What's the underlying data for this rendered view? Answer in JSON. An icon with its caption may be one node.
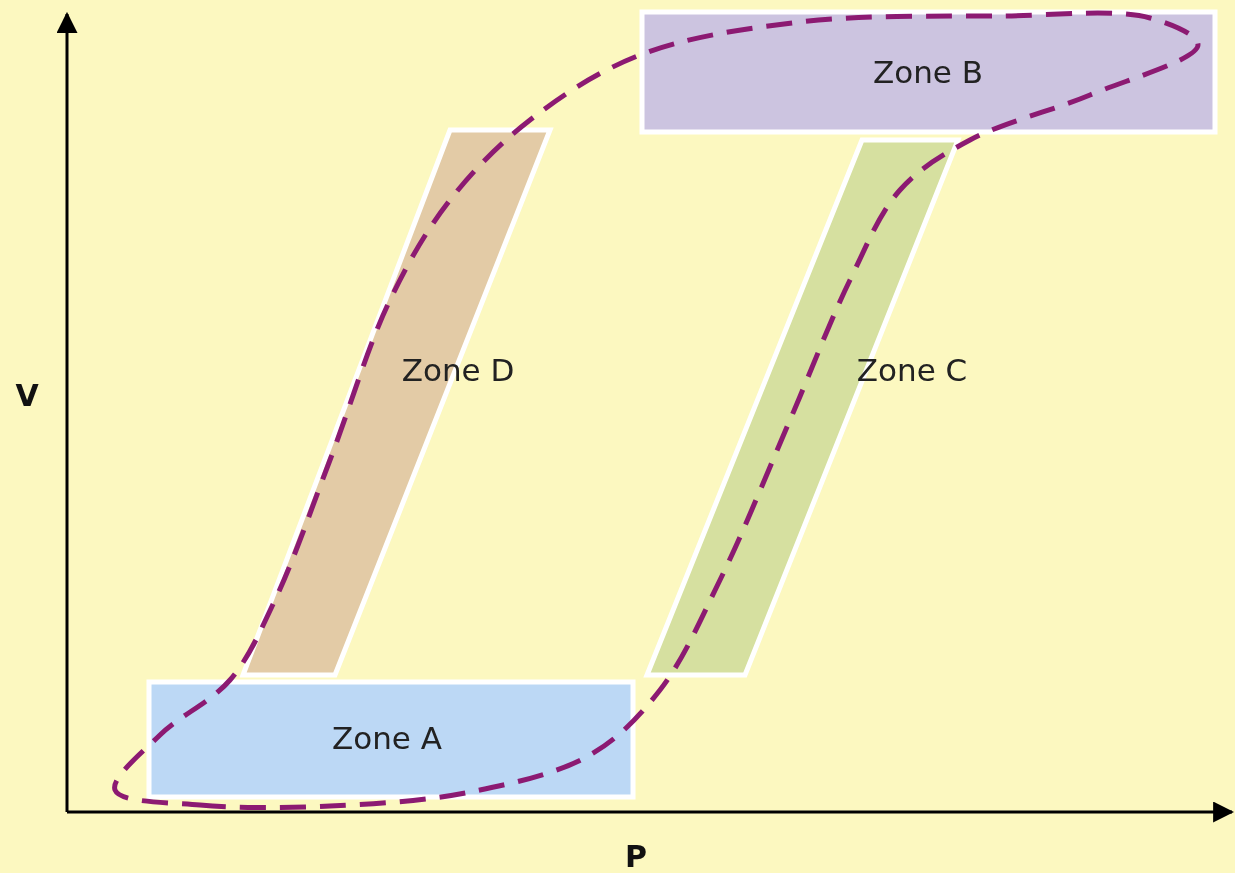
{
  "diagram": {
    "nodes": [
      {
        "text": [
          "Zone B"
        ]
      },
      {
        "text": [
          "Zone D"
        ]
      },
      {
        "text": [
          "Zone C"
        ]
      },
      {
        "text": [
          "Zone A"
        ]
      }
    ],
    "labels": [
      "V",
      "P"
    ]
  }
}
